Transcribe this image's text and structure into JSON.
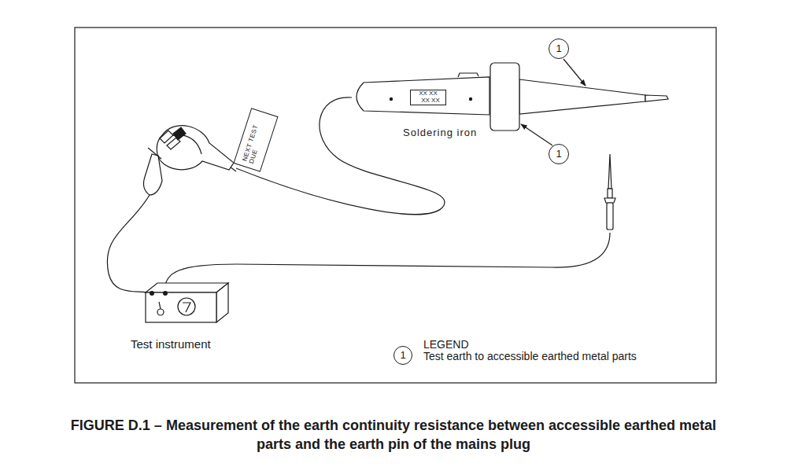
{
  "diagram": {
    "caption": "FIGURE D.1 – Measurement of the earth continuity resistance between accessible earthed metal parts and the earth pin of the mains plug",
    "nodes": [
      {
        "text": [
          "1"
        ]
      },
      {
        "text": [
          "XX XX",
          "XX XX"
        ]
      },
      {
        "text": [
          "NEXT TEST DUE"
        ]
      },
      {
        "text": [
          "1"
        ]
      },
      {
        "text": [
          "1"
        ]
      }
    ],
    "labels": [
      "Soldering iron",
      "Test instrument",
      "LEGEND"
    ],
    "legend": [
      {
        "text": "Test earth to accessible earthed metal parts"
      }
    ]
  }
}
